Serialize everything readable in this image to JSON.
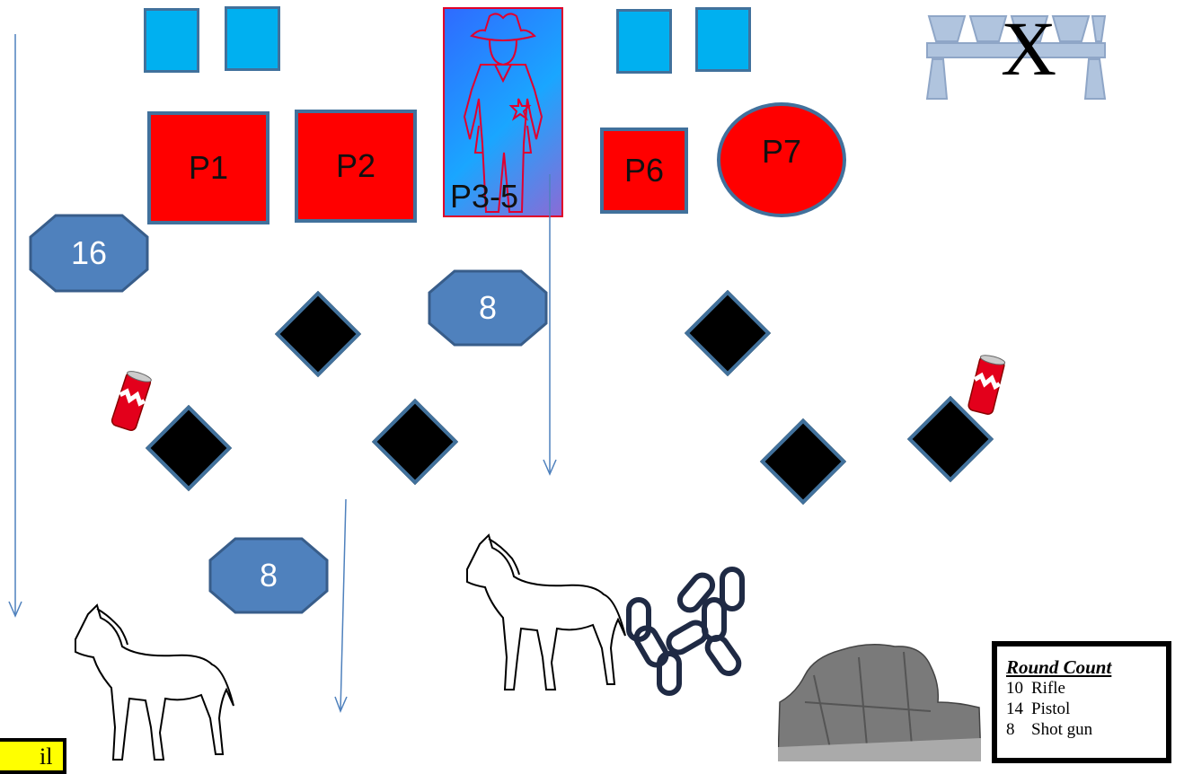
{
  "positions": {
    "p1": "P1",
    "p2": "P2",
    "p3_5": "P3-5",
    "p6": "P6",
    "p7": "P7"
  },
  "counts": {
    "left_octagon": "16",
    "center_octagon": "8",
    "lower_octagon": "8"
  },
  "legend": {
    "title": "Round Count",
    "rows": [
      {
        "count": "10",
        "weapon": "Rifle"
      },
      {
        "count": "14",
        "weapon": "Pistol"
      },
      {
        "count": "8",
        "weapon": "Shot gun"
      }
    ]
  },
  "start_note": "il",
  "marks": {
    "table_x": "X"
  },
  "colors": {
    "target": "#00b0f0",
    "position": "#ff0000",
    "outline": "#41719c",
    "octagon": "#4f81bd"
  }
}
